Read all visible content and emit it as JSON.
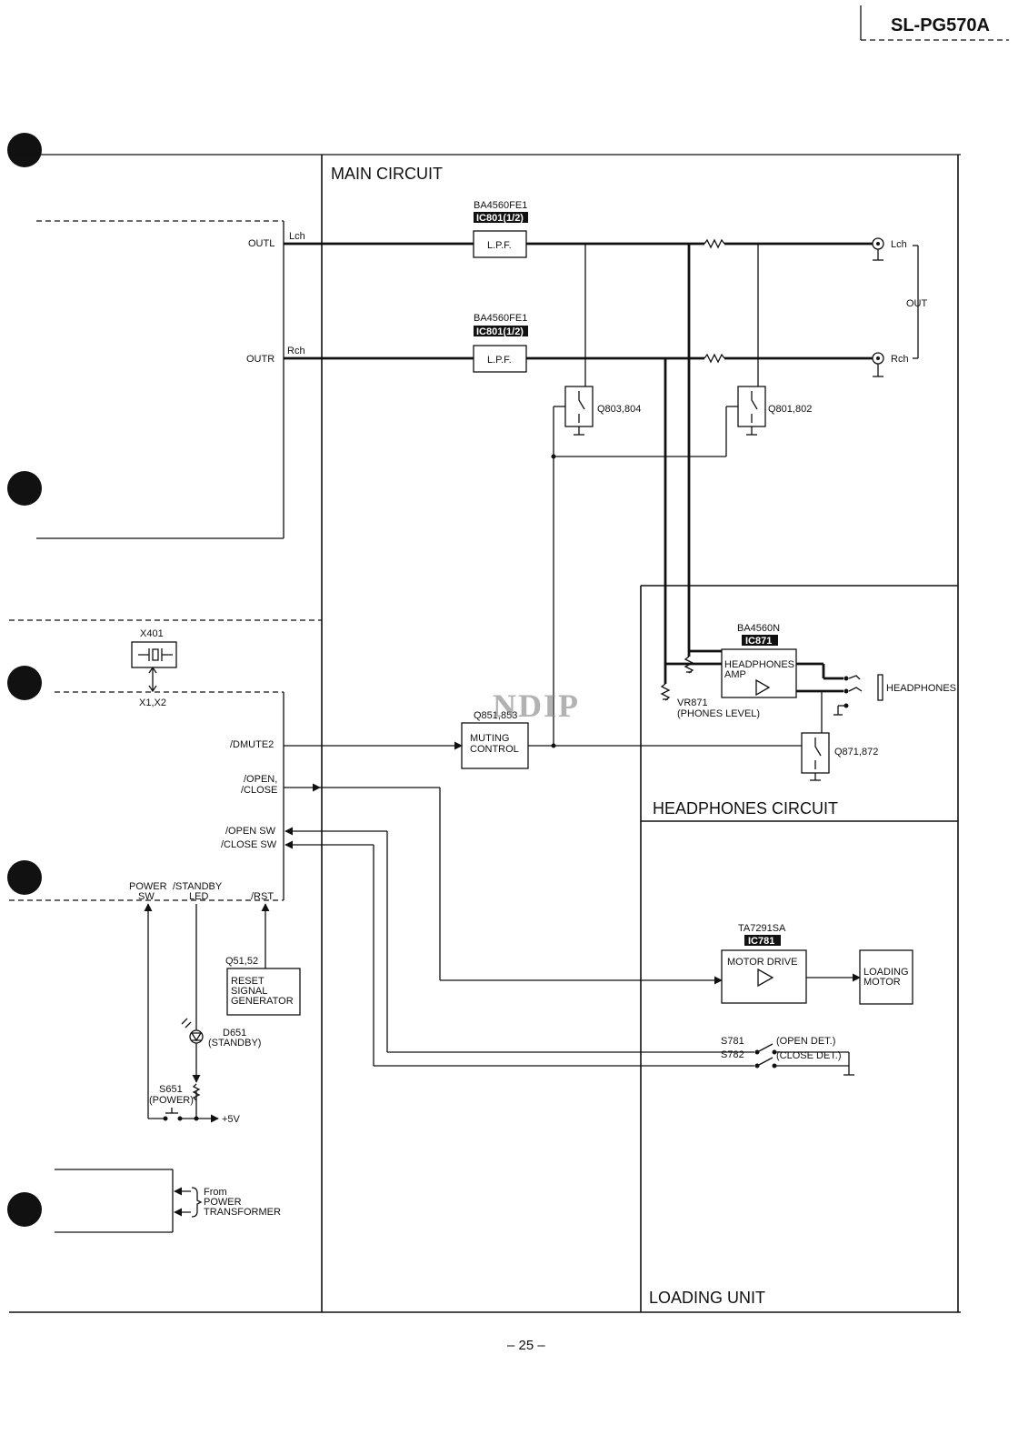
{
  "header": {
    "model": "SL-PG570A"
  },
  "footer": {
    "page_number": "– 25 –"
  },
  "watermark": "NDIP",
  "sections": {
    "main": "MAIN CIRCUIT",
    "headphones": "HEADPHONES CIRCUIT",
    "loading": "LOADING UNIT"
  },
  "signals": {
    "outl": "OUTL",
    "outr": "OUTR",
    "lch_in": "Lch",
    "rch_in": "Rch",
    "dmute2": "/DMUTE2",
    "open_close_1": "/OPEN,",
    "open_close_2": "/CLOSE",
    "open_sw": "/OPEN SW",
    "close_sw": "/CLOSE SW",
    "power_sw_1": "POWER",
    "power_sw_2": "SW",
    "standby_led_1": "/STANDBY",
    "standby_led_2": "LED",
    "rst": "/RST",
    "plus5v": "+5V"
  },
  "components": {
    "ic801_l_part": "BA4560FE1",
    "ic801_l_ref": "IC801(1/2)",
    "ic801_r_part": "BA4560FE1",
    "ic801_r_ref": "IC801(1/2)",
    "lpf_l": "L.P.F.",
    "lpf_r": "L.P.F.",
    "q803": "Q803,804",
    "q801": "Q801,802",
    "x401": "X401",
    "x1x2": "X1,X2",
    "q851": "Q851,853",
    "muting_1": "MUTING",
    "muting_2": "CONTROL",
    "ic871_part": "BA4560N",
    "ic871_ref": "IC871",
    "hp_amp_1": "HEADPHONES",
    "hp_amp_2": "AMP",
    "vr871": "VR871",
    "phones_level": "(PHONES LEVEL)",
    "q871": "Q871,872",
    "headphones_jack": "HEADPHONES",
    "ic781_part": "TA7291SA",
    "ic781_ref": "IC781",
    "motor_drive": "MOTOR DRIVE",
    "loading_motor_1": "LOADING",
    "loading_motor_2": "MOTOR",
    "q51": "Q51,52",
    "reset_1": "RESET",
    "reset_2": "SIGNAL",
    "reset_3": "GENERATOR",
    "d651": "D651",
    "d651_desc": "(STANDBY)",
    "s651": "S651",
    "s651_desc": "(POWER)",
    "s781": "S781",
    "s781_desc": "(OPEN DET.)",
    "s782": "S782",
    "s782_desc": "(CLOSE DET.)"
  },
  "outputs": {
    "lch": "Lch",
    "rch": "Rch",
    "out": "OUT"
  },
  "power_input": {
    "line1": "From",
    "line2": "POWER",
    "line3": "TRANSFORMER"
  }
}
